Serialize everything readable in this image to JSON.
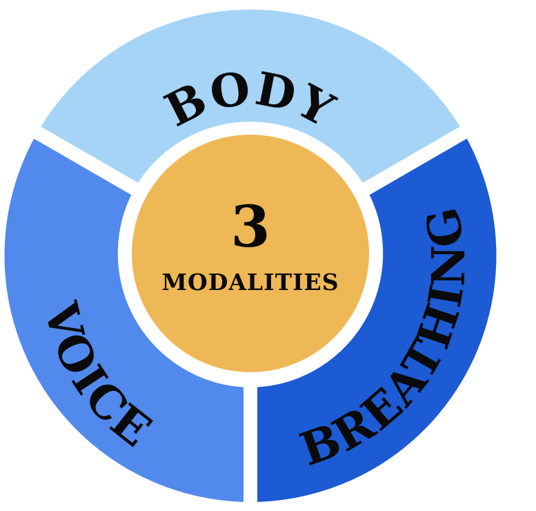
{
  "center": {
    "number": "3",
    "caption": "MODALITIES",
    "color": "#efb856"
  },
  "segments": [
    {
      "label": "BODY",
      "color": "#a5d4f7"
    },
    {
      "label": "BREATHING",
      "color": "#1d5bd4"
    },
    {
      "label": "VOICE",
      "color": "#5289ec"
    }
  ]
}
